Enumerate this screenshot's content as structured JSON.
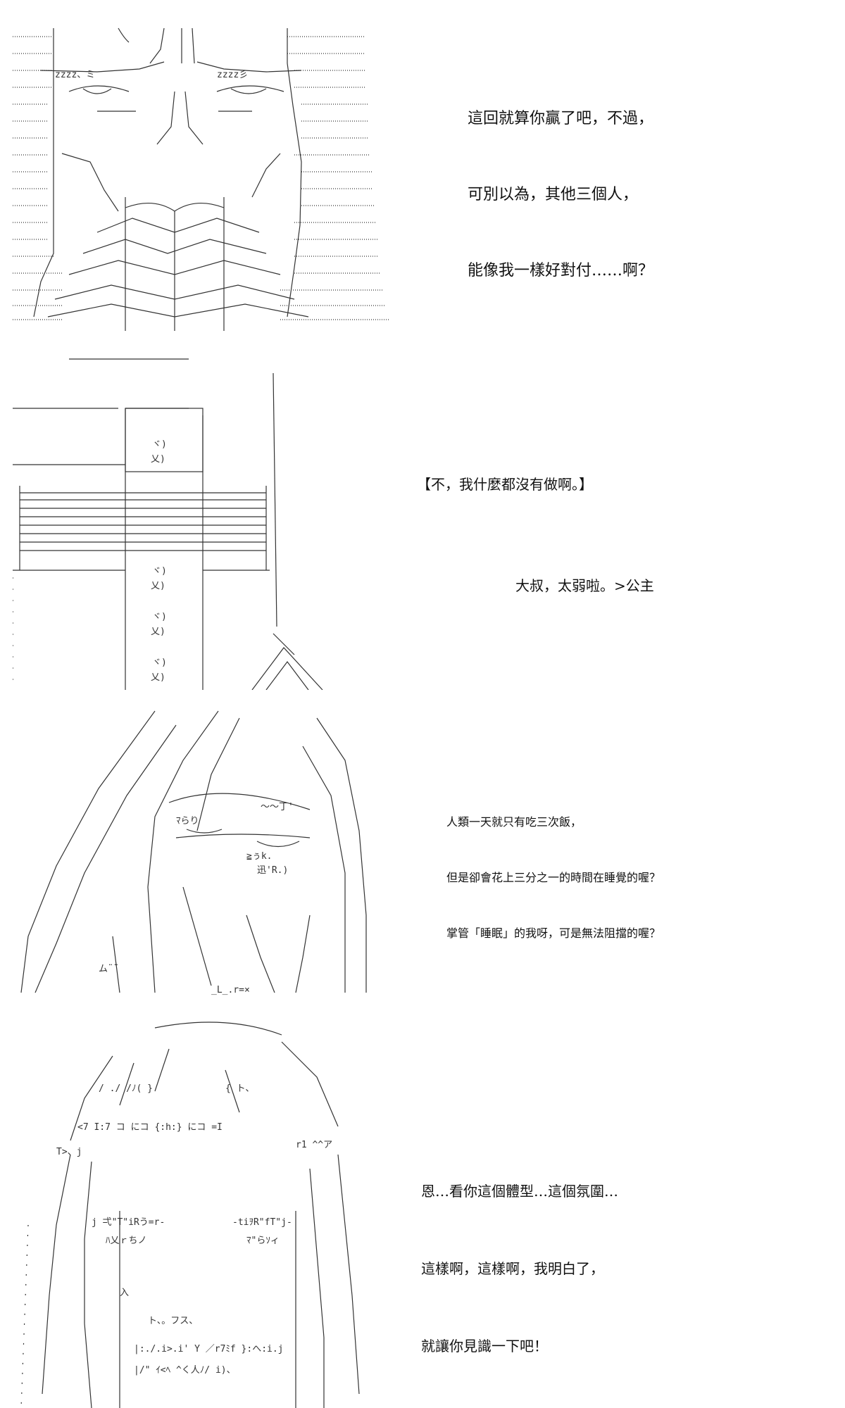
{
  "panels": [
    {
      "art_subject": "ascii-art-face-closeup",
      "lines": [
        "這回就算你贏了吧，不過，",
        "可別以為，其他三個人，",
        "能像我一樣好對付……啊？"
      ]
    },
    {
      "art_subject": "ascii-art-building",
      "lines": [
        "【不，我什麼都沒有做啊。】",
        "大叔，太弱啦。>公主"
      ]
    },
    {
      "art_subject": "ascii-art-sleeping-girl",
      "lines": [
        "人類一天就只有吃三次飯，",
        "但是卻會花上三分之一的時間在睡覺的喔？",
        "掌管「睡眠」的我呀，可是無法阻擋的喔？"
      ]
    },
    {
      "art_subject": "ascii-art-smiling-girl",
      "lines": [
        "恩…看你這個體型…這個氛圍…",
        "這樣啊，這樣啊，我明白了，",
        "就讓你見識一下吧！"
      ]
    }
  ]
}
